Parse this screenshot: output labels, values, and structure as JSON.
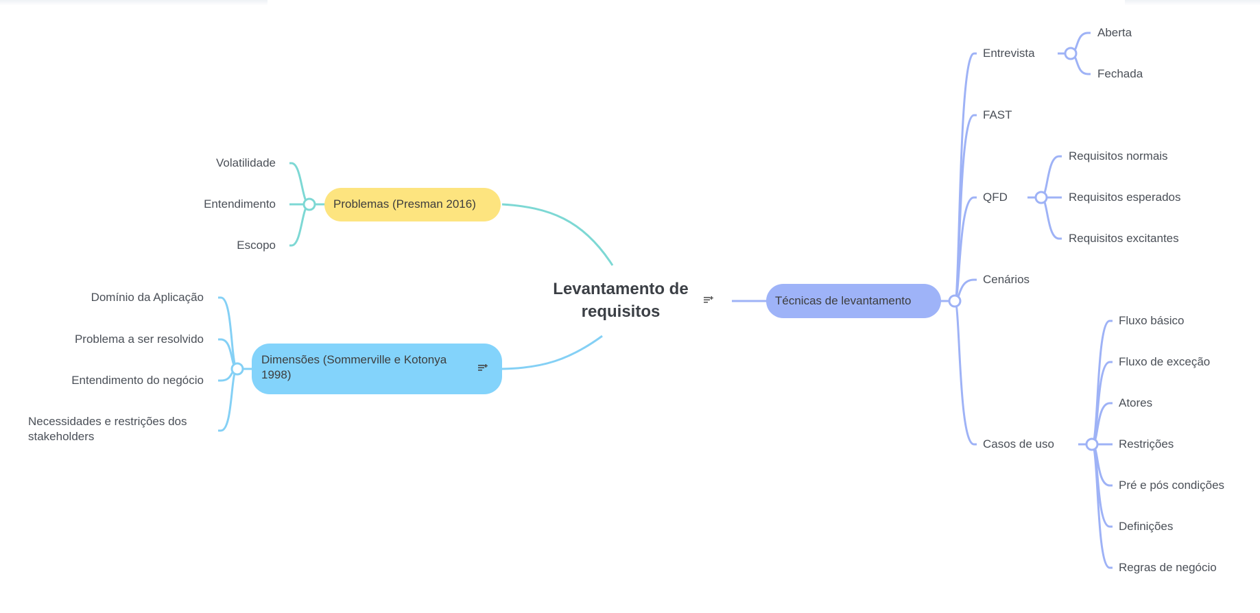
{
  "colors": {
    "background": "#ffffff",
    "root_text": "#3b3f45",
    "problemas_fill": "#fde47f",
    "problemas_line": "#7dd8d4",
    "dimensoes_fill": "#83d3fb",
    "dimensoes_line": "#84d0f5",
    "tecnicas_fill": "#9eb3f8",
    "tecnicas_line": "#9eb2f6",
    "label_text": "#4a4f57"
  },
  "root": {
    "title_line1": "Levantamento de",
    "title_line2": "requisitos",
    "note_icon": "note-icon"
  },
  "problemas": {
    "label": "Problemas (Presman 2016)",
    "children": [
      "Volatilidade",
      "Entendimento",
      "Escopo"
    ]
  },
  "dimensoes": {
    "label_line1": "Dimensões (Sommerville e Kotonya",
    "label_line2": "1998)",
    "note_icon": "note-icon",
    "children": {
      "dominio": "Domínio da Aplicação",
      "problema": "Problema a ser resolvido",
      "entendimento": "Entendimento do negócio",
      "necessidades_line1": "Necessidades e restrições dos",
      "necessidades_line2": "stakeholders"
    }
  },
  "tecnicas": {
    "label": "Técnicas de levantamento",
    "entrevista": {
      "label": "Entrevista",
      "children": [
        "Aberta",
        "Fechada"
      ]
    },
    "fast": {
      "label": "FAST"
    },
    "qfd": {
      "label": "QFD",
      "children": [
        "Requisitos normais",
        "Requisitos esperados",
        "Requisitos excitantes"
      ]
    },
    "cenarios": {
      "label": "Cenários"
    },
    "casos_de_uso": {
      "label": "Casos de uso",
      "children": [
        "Fluxo básico",
        "Fluxo de exceção",
        "Atores",
        "Restrições",
        "Pré e pós condições",
        "Definições",
        "Regras de negócio"
      ]
    }
  }
}
